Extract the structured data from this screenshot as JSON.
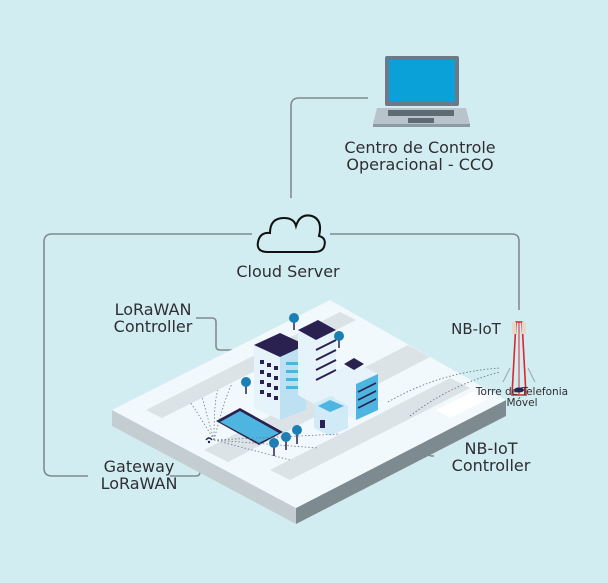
{
  "diagram": {
    "background_color": "#d1edf1",
    "connector_color": "#7f8c90",
    "nodes": {
      "cco": {
        "line1": "Centro de Controle",
        "line2": "Operacional - CCO",
        "icon": "laptop-icon"
      },
      "cloud": {
        "label": "Cloud Server",
        "icon": "cloud-icon"
      },
      "lorawan_controller": {
        "line1": "LoRaWAN",
        "line2": "Controller"
      },
      "gateway": {
        "line1": "Gateway",
        "line2": "LoRaWAN",
        "icon": "wifi-gateway-icon"
      },
      "nbiot": {
        "label": "NB-IoT"
      },
      "tower": {
        "line1": "Torre de Telefonia",
        "line2": "Móvel",
        "icon": "cell-tower-icon"
      },
      "nbiot_controller": {
        "line1": "NB-IoT",
        "line2": "Controller"
      }
    },
    "colors": {
      "laptop_screen": "#0aa0d8",
      "laptop_body": "#8c9aa6",
      "building_light": "#e6f3fb",
      "building_blue": "#4db5e0",
      "building_dark": "#2b2150",
      "tower_red": "#d8282d",
      "platform_top": "#f2f9fc",
      "platform_side": "#7d8a90"
    }
  }
}
